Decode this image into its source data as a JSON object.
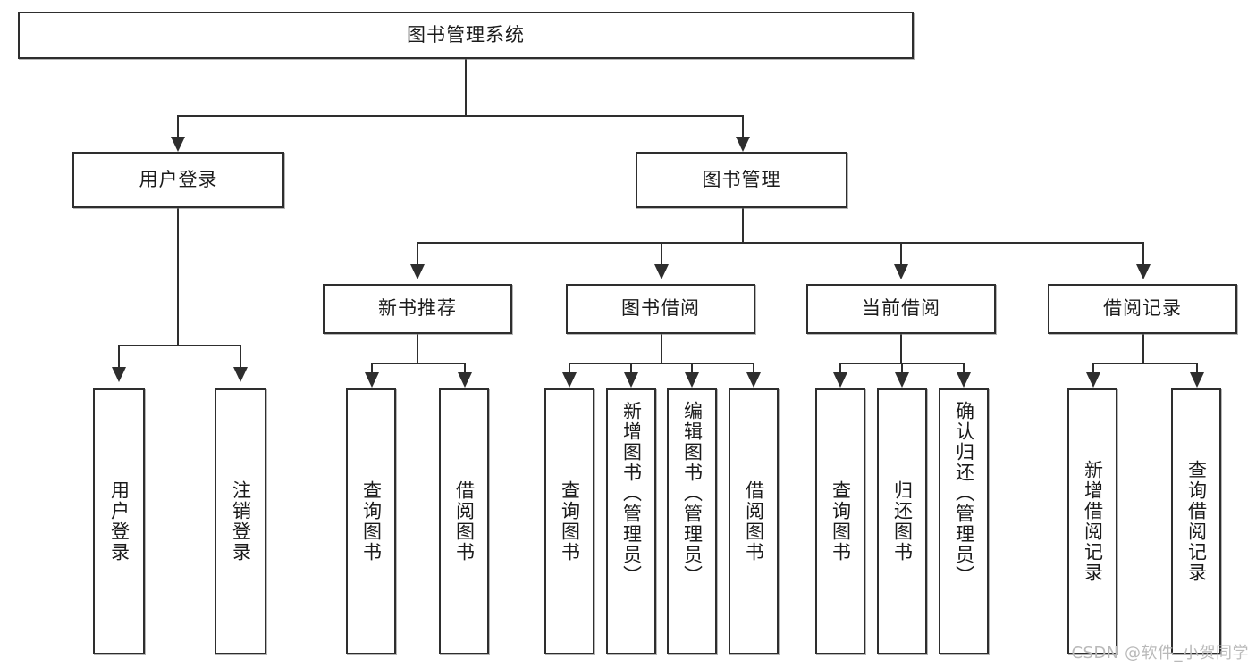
{
  "diagram": {
    "type": "tree-hierarchy",
    "title": "图书管理系统",
    "root": {
      "label": "图书管理系统"
    },
    "level2": [
      {
        "id": "user-login",
        "label": "用户登录"
      },
      {
        "id": "book-manage",
        "label": "图书管理"
      }
    ],
    "level3": [
      {
        "id": "new-book-recommend",
        "label": "新书推荐"
      },
      {
        "id": "book-borrow",
        "label": "图书借阅"
      },
      {
        "id": "current-borrow",
        "label": "当前借阅"
      },
      {
        "id": "borrow-record",
        "label": "借阅记录"
      }
    ],
    "leaves": [
      {
        "id": "leaf-user-login",
        "parent": "user-login",
        "label": "用户登录"
      },
      {
        "id": "leaf-logout",
        "parent": "user-login",
        "label": "注销登录"
      },
      {
        "id": "leaf-query-book-1",
        "parent": "new-book-recommend",
        "label": "查询图书"
      },
      {
        "id": "leaf-borrow-book-1",
        "parent": "new-book-recommend",
        "label": "借阅图书"
      },
      {
        "id": "leaf-query-book-2",
        "parent": "book-borrow",
        "label": "查询图书"
      },
      {
        "id": "leaf-add-book",
        "parent": "book-borrow",
        "label": "新增图书（管理员）"
      },
      {
        "id": "leaf-edit-book",
        "parent": "book-borrow",
        "label": "编辑图书（管理员）"
      },
      {
        "id": "leaf-borrow-book-2",
        "parent": "book-borrow",
        "label": "借阅图书"
      },
      {
        "id": "leaf-query-book-3",
        "parent": "current-borrow",
        "label": "查询图书"
      },
      {
        "id": "leaf-return-book",
        "parent": "current-borrow",
        "label": "归还图书"
      },
      {
        "id": "leaf-confirm-return",
        "parent": "current-borrow",
        "label": "确认归还（管理员）"
      },
      {
        "id": "leaf-add-record",
        "parent": "borrow-record",
        "label": "新增借阅记录"
      },
      {
        "id": "leaf-query-record",
        "parent": "borrow-record",
        "label": "查询借阅记录"
      }
    ],
    "colors": {
      "stroke": "#2e2e2e",
      "fill": "#ffffff",
      "text": "#1b1b1b",
      "watermark": "#b9b9b9",
      "background": "#ffffff"
    }
  },
  "watermark": {
    "text": "CSDN @软件_小贺同学"
  }
}
